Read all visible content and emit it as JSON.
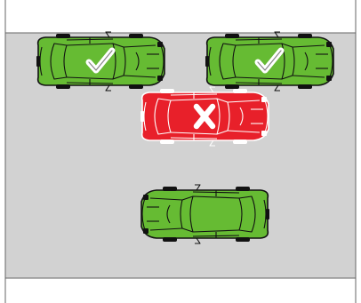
{
  "scene": {
    "colors": {
      "frame": "#ffffff",
      "border": "#666666",
      "road": "#d2d2d2",
      "correct_car_fill": "#66bb33",
      "correct_car_outline": "#111111",
      "incorrect_car_fill": "#e8202a",
      "incorrect_car_outline": "#ffffff"
    },
    "cars": [
      {
        "id": "top-left",
        "status": "correct",
        "facing": "right",
        "icon": "check-mark-icon"
      },
      {
        "id": "top-right",
        "status": "correct",
        "facing": "right",
        "icon": "check-mark-icon"
      },
      {
        "id": "middle",
        "status": "incorrect",
        "facing": "right",
        "icon": "x-mark-icon"
      },
      {
        "id": "bottom",
        "status": "neutral",
        "facing": "left",
        "icon": ""
      }
    ]
  }
}
